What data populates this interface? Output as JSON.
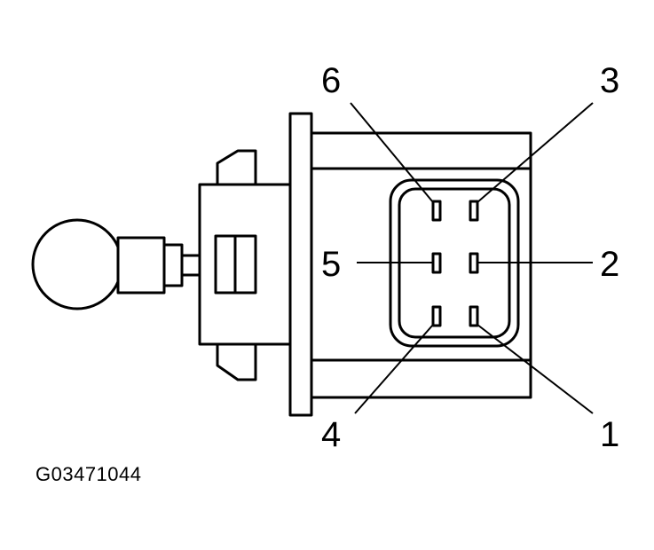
{
  "figure_id": "G03471044",
  "pins": [
    {
      "number": "1"
    },
    {
      "number": "2"
    },
    {
      "number": "3"
    },
    {
      "number": "4"
    },
    {
      "number": "5"
    },
    {
      "number": "6"
    }
  ],
  "colors": {
    "stroke": "#000000",
    "background": "#ffffff"
  }
}
